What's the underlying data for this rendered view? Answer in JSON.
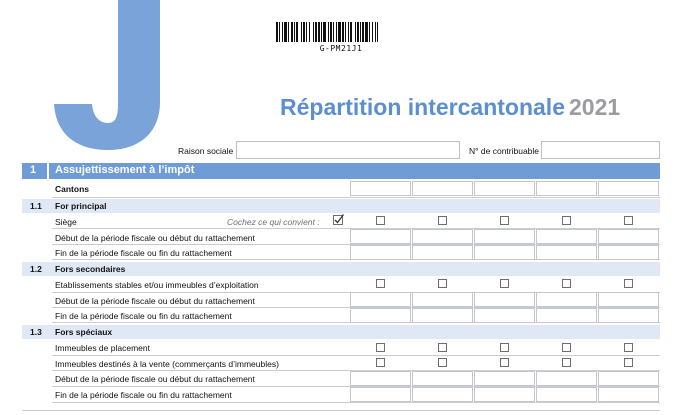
{
  "form_letter": "J",
  "barcode_code": "G-PM21J1",
  "title": {
    "main": "Répartition intercantonale",
    "year": "2021"
  },
  "header_fields": {
    "company_label": "Raison sociale",
    "taxpayer_label": "N° de contribuable"
  },
  "section": {
    "number": "1",
    "title": "Assujettissement à l’impôt"
  },
  "cantons_label": "Cantons",
  "checkbox_hint": "Cochez ce qui convient :",
  "subsections": [
    {
      "number": "1.1",
      "title": "For principal",
      "rows": [
        "Siège",
        "Début de la période fiscale ou début du rattachement",
        "Fin de la période fiscale ou fin du rattachement"
      ]
    },
    {
      "number": "1.2",
      "title": "Fors secondaires",
      "rows": [
        "Etablissements stables et/ou immeubles d’exploitation",
        "Début de la période fiscale ou début du rattachement",
        "Fin de la période fiscale ou fin du rattachement"
      ]
    },
    {
      "number": "1.3",
      "title": "Fors spéciaux",
      "rows": [
        "Immeubles de placement",
        "Immeubles destinés à la vente (commerçants d’immeubles)",
        "Début de la période fiscale ou début du rattachement",
        "Fin de la période fiscale ou fin du rattachement"
      ]
    }
  ],
  "colors": {
    "accent": "#6f9cd6",
    "title_blue": "#5b8fd0",
    "subsection_bg": "#dfe8f4",
    "year_grey": "#9a9ca0"
  }
}
